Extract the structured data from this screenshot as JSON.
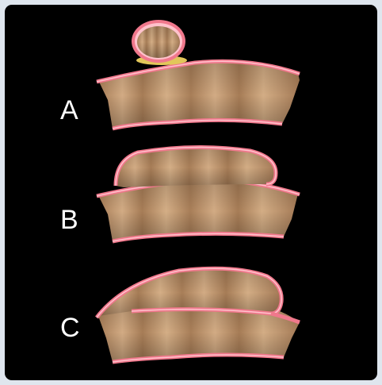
{
  "labels": {
    "a": "A",
    "b": "B",
    "c": "C"
  },
  "colors": {
    "background": "#000000",
    "page": "#dfe6ee",
    "mucosa": "#c9a27a",
    "mucosa_dark": "#9c744f",
    "serosa": "#f0788c",
    "serosa_light": "#ffc2cc",
    "fat": "#e2c75a"
  }
}
